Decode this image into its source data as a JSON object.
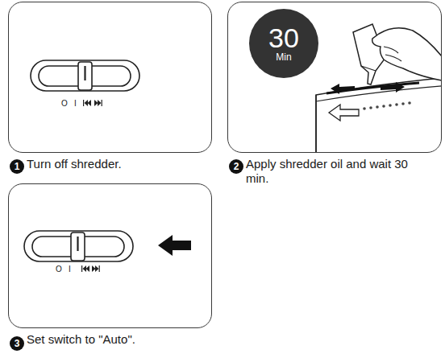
{
  "diagram": {
    "nodes": [
      {
        "text": [
          "Turn off shredder."
        ]
      },
      {
        "text": [
          "Apply shredder oil and wait 30 min."
        ]
      },
      {
        "text": [
          "30",
          "Min"
        ],
        "in": 1
      },
      {
        "text": [
          "Set switch to \"Auto\"."
        ]
      }
    ],
    "labels": [
      "1",
      "2",
      "3",
      "O",
      "I",
      "O",
      "I"
    ]
  }
}
